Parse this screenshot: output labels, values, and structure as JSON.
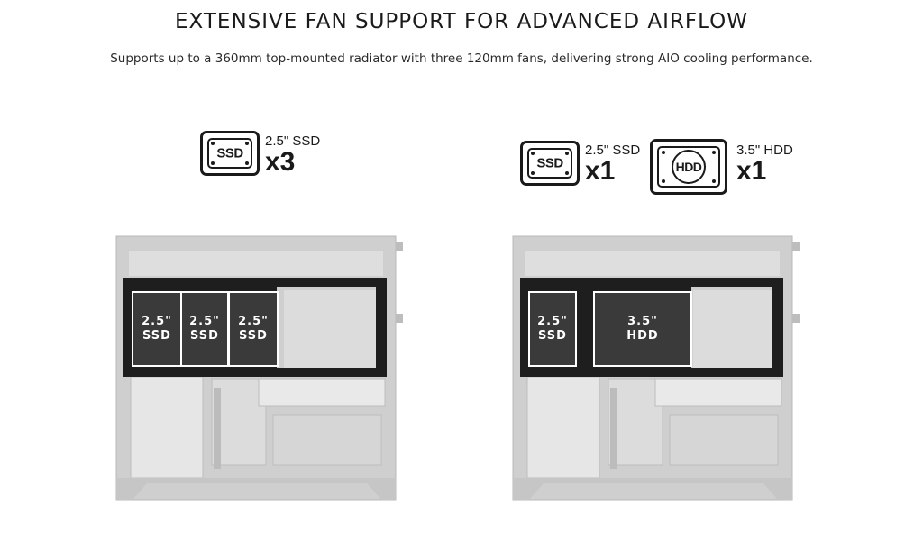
{
  "header": {
    "title": "EXTENSIVE FAN SUPPORT FOR ADVANCED AIRFLOW",
    "subtitle": "Supports up to a 360mm top-mounted radiator with three 120mm fans, delivering strong AIO cooling performance."
  },
  "configs": [
    {
      "specs": [
        {
          "icon": "ssd-icon",
          "icon_label": "SSD",
          "name": "2.5\" SSD",
          "count": "x3"
        }
      ],
      "slots": [
        {
          "line1": "2.5\"",
          "line2": "SSD"
        },
        {
          "line1": "2.5\"",
          "line2": "SSD"
        },
        {
          "line1": "2.5\"",
          "line2": "SSD"
        }
      ]
    },
    {
      "specs": [
        {
          "icon": "ssd-icon",
          "icon_label": "SSD",
          "name": "2.5\" SSD",
          "count": "x1"
        },
        {
          "icon": "hdd-icon",
          "icon_label": "HDD",
          "name": "3.5\" HDD",
          "count": "x1"
        }
      ],
      "slots": [
        {
          "line1": "2.5\"",
          "line2": "SSD"
        },
        {
          "line1": "3.5\"",
          "line2": "HDD"
        }
      ]
    }
  ],
  "colors": {
    "case_gray": "#c9c9c9",
    "bracket_dark": "#1e1e1e",
    "text": "#1a1a1a"
  }
}
